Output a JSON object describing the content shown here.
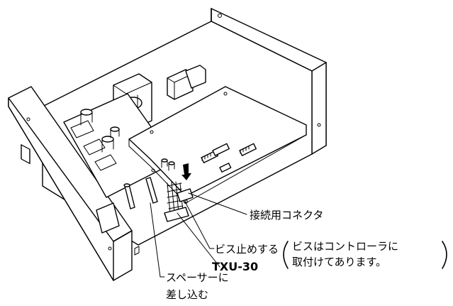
{
  "labels": {
    "connector": "接続用コネクタ",
    "screw": "ビス止めする",
    "screw_note_line1": "ビスはコントローラに",
    "screw_note_line2": "取付けてあります。",
    "board_name": "TXU-30",
    "spacer_line1": "スペーサーに",
    "spacer_line2": "差し込む"
  }
}
